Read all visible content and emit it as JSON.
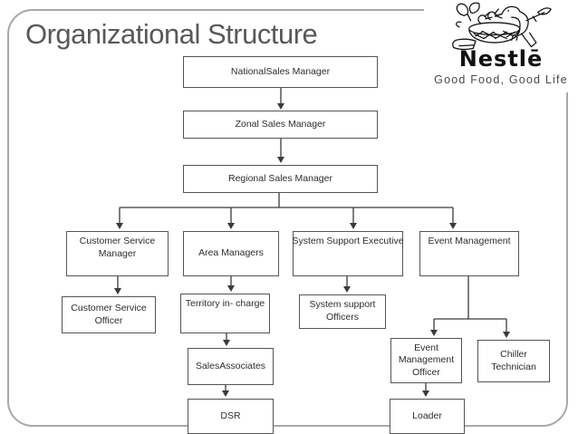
{
  "slide": {
    "title": "Organizational Structure"
  },
  "logo": {
    "brand": "Nestlē",
    "tagline": "Good Food, Good Life",
    "icon": "bird-nest-icon",
    "brand_color": "#121212",
    "tagline_color": "#4a4a4a"
  },
  "org_chart": {
    "nodes": [
      {
        "id": "national-sales-manager",
        "label": "NationalSales Manager",
        "level": 1
      },
      {
        "id": "zonal-sales-manager",
        "label": "Zonal Sales Manager",
        "level": 2
      },
      {
        "id": "regional-sales-manager",
        "label": "Regional Sales Manager",
        "level": 3
      },
      {
        "id": "customer-service-manager",
        "label": "Customer Service Manager",
        "level": 4
      },
      {
        "id": "area-managers",
        "label": "Area Managers",
        "level": 4
      },
      {
        "id": "system-support-executive",
        "label": "System Support Executive",
        "level": 4
      },
      {
        "id": "event-management",
        "label": "Event Management",
        "level": 4
      },
      {
        "id": "customer-service-officer",
        "label": "Customer Service Officer",
        "level": 5
      },
      {
        "id": "territory-in-charge",
        "label": "Territory in- charge",
        "level": 5
      },
      {
        "id": "system-support-officers",
        "label": "System support Officers",
        "level": 5
      },
      {
        "id": "sales-associates",
        "label": "SalesAssociates",
        "level": 6
      },
      {
        "id": "event-management-officer",
        "label": "Event Management Officer",
        "level": 6
      },
      {
        "id": "chiller-technician",
        "label": "Chiller Technician",
        "level": 6
      },
      {
        "id": "dsr",
        "label": "DSR",
        "level": 7
      },
      {
        "id": "loader",
        "label": "Loader",
        "level": 7
      }
    ],
    "title_color": "#58595b",
    "box_border_color": "#555555",
    "connector_color": "#3a3a3a"
  }
}
